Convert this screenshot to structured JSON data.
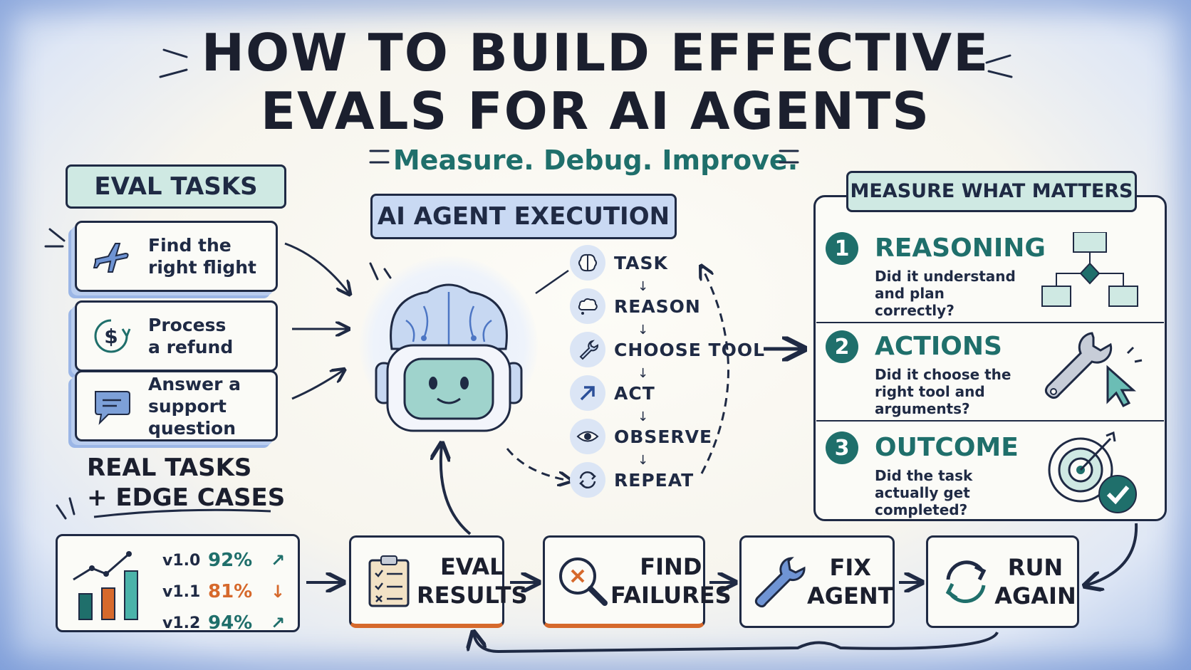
{
  "title": {
    "line1": "How to Build Effective",
    "line2": "Evals for AI Agents",
    "subtitle": "Measure. Debug. Improve."
  },
  "colors": {
    "teal": "#1f6f6b",
    "ink": "#1f2a44",
    "light_teal": "#cfe9e3",
    "light_blue": "#c9d9f3",
    "orange": "#d6692c",
    "blue_frame": "#a9c0e8"
  },
  "eval_tasks": {
    "header": "EVAL TASKS",
    "items": [
      {
        "label_line1": "Find the",
        "label_line2": "right flight",
        "icon": "airplane-icon"
      },
      {
        "label_line1": "Process",
        "label_line2": "a refund",
        "icon": "dollar-refund-icon"
      },
      {
        "label_line1": "Answer a",
        "label_line2": "support question",
        "icon": "chat-bubble-icon"
      }
    ],
    "caption_line1": "REAL TASKS",
    "caption_line2": "+ EDGE CASES"
  },
  "agent_execution": {
    "header": "AI AGENT EXECUTION",
    "steps": [
      {
        "label": "TASK",
        "icon": "brain-icon"
      },
      {
        "label": "REASON",
        "icon": "thought-cloud-icon"
      },
      {
        "label": "CHOOSE TOOL",
        "icon": "wrench-icon"
      },
      {
        "label": "ACT",
        "icon": "arrow-up-right-icon"
      },
      {
        "label": "OBSERVE",
        "icon": "eye-icon"
      },
      {
        "label": "REPEAT",
        "icon": "repeat-icon"
      }
    ]
  },
  "measure": {
    "header": "MEASURE WHAT MATTERS",
    "items": [
      {
        "num": "1",
        "name": "REASONING",
        "q_line1": "Did it understand",
        "q_line2": "and plan correctly?",
        "q_line3": "",
        "icon": "flowchart-icon"
      },
      {
        "num": "2",
        "name": "ACTIONS",
        "q_line1": "Did it choose the",
        "q_line2": "right tool and",
        "q_line3": "arguments?",
        "icon": "wrench-cursor-icon"
      },
      {
        "num": "3",
        "name": "OUTCOME",
        "q_line1": "Did the task",
        "q_line2": "actually get",
        "q_line3": "completed?",
        "icon": "target-check-icon"
      }
    ]
  },
  "results": {
    "rows": [
      {
        "version": "v1.0",
        "score": "92%",
        "trend": "↗",
        "color": "#1f6f6b"
      },
      {
        "version": "v1.1",
        "score": "81%",
        "trend": "↓",
        "color": "#d6692c"
      },
      {
        "version": "v1.2",
        "score": "94%",
        "trend": "↗",
        "color": "#1f6f6b"
      }
    ]
  },
  "loop": [
    {
      "line1": "EVAL",
      "line2": "RESULTS",
      "icon": "clipboard-checklist-icon"
    },
    {
      "line1": "FIND",
      "line2": "FAILURES",
      "icon": "magnifier-x-icon"
    },
    {
      "line1": "FIX",
      "line2": "AGENT",
      "icon": "wrench-icon"
    },
    {
      "line1": "RUN",
      "line2": "AGAIN",
      "icon": "refresh-icon"
    }
  ]
}
